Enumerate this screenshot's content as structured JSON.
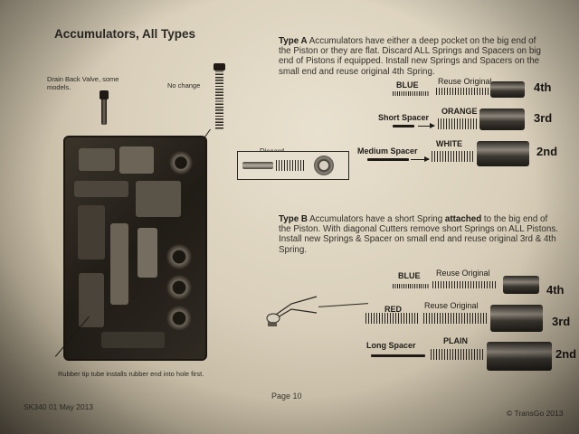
{
  "title": "Accumulators, All Types",
  "left_labels": {
    "drain_back": "Drain Back Valve, some models.",
    "no_change": "No change",
    "discard": "Discard",
    "rubber_tip": "Rubber tip tube installs rubber end into hole first."
  },
  "type_a": {
    "heading": "Type A",
    "text": "Accumulators have either a deep pocket on the big end of the Piston or they are flat. Discard ALL Springs and Spacers on big end of Pistons if equipped. Install new Springs and Spacers on the small end and reuse original 4th Spring.",
    "rows": [
      {
        "left_label": "BLUE",
        "right_label": "Reuse Original",
        "gear": "4th"
      },
      {
        "left_label": "Short Spacer",
        "right_label": "ORANGE",
        "gear": "3rd"
      },
      {
        "left_label": "Medium Spacer",
        "right_label": "WHITE",
        "gear": "2nd"
      }
    ]
  },
  "type_b": {
    "heading": "Type B",
    "text_before_bold": "Accumulators have a short Spring",
    "bold": "attached",
    "text_after_bold": "to the big end of the Piston. With diagonal Cutters remove short Springs on ALL Pistons. Install new Springs & Spacer on small end and reuse original 3rd & 4th Spring.",
    "rows": [
      {
        "left_label": "BLUE",
        "right_label": "Reuse Original",
        "gear": "4th"
      },
      {
        "left_label": "RED",
        "right_label": "Reuse Original",
        "gear": "3rd"
      },
      {
        "left_label": "Long Spacer",
        "right_label": "PLAIN",
        "gear": "2nd"
      }
    ]
  },
  "footer": {
    "left": "SK340 01 May 2013",
    "center": "Page 10",
    "right": "© TransGo 2013"
  }
}
